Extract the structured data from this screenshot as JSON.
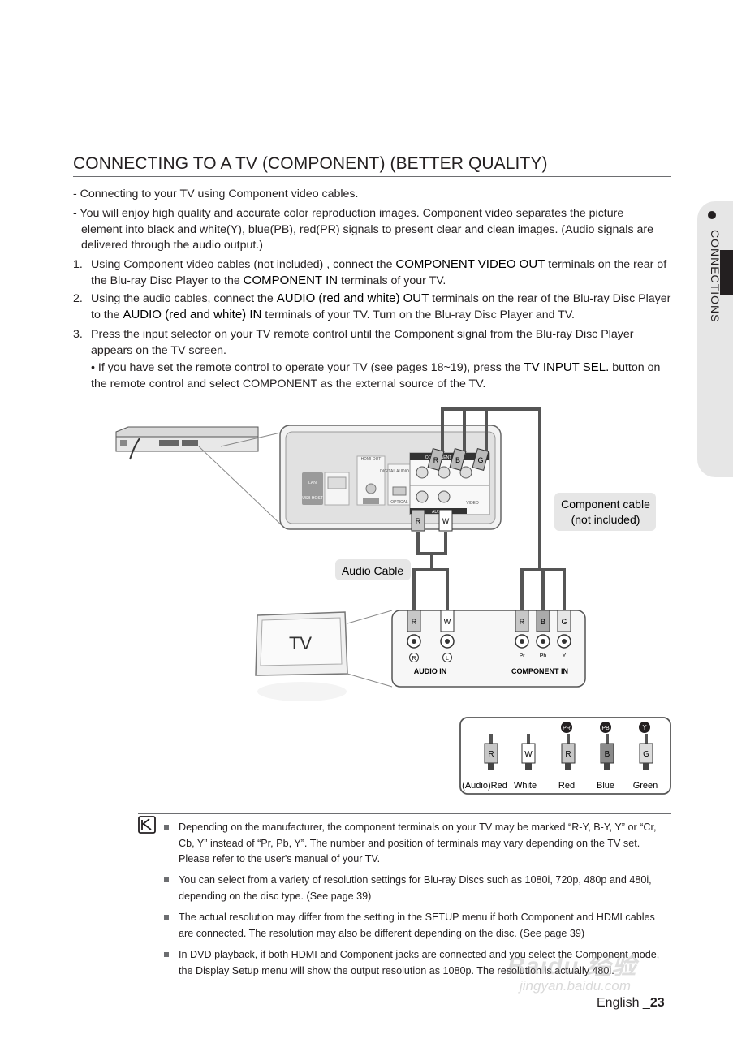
{
  "title": "CONNECTING TO A TV (COMPONENT) (BETTER QUALITY)",
  "side_tab": {
    "label": "CONNECTIONS"
  },
  "intro": [
    "- Connecting to your TV using Component video cables.",
    "- You will enjoy high quality and accurate color reproduction images. Component video separates the picture",
    "element into black and white(Y), blue(PB), red(PR) signals to present clear and clean images. (Audio signals are",
    "delivered through the audio output.)"
  ],
  "steps": [
    {
      "num": "1.",
      "pre": "Using Component video cables (not included) , connect the ",
      "bold1": "COMPONENT VIDEO OUT",
      "mid": " terminals on the rear of the Blu-ray Disc Player to the ",
      "bold2": "COMPONENT IN",
      "post": " terminals of your TV."
    },
    {
      "num": "2.",
      "pre": "Using the audio cables, connect the ",
      "bold1": "AUDIO (red and white) OUT",
      "mid": " terminals on the rear of the Blu-ray Disc Player to the ",
      "bold2": "AUDIO (red and white) IN",
      "post": " terminals of your TV. Turn on the Blu-ray Disc Player and TV."
    },
    {
      "num": "3.",
      "text": "Press the input selector on your TV remote control until the Component signal from the Blu-ray Disc Player appears on the TV screen.",
      "bullet_pre": "• If you have set the remote control to operate your TV (see pages 18~19), press the ",
      "bullet_bold": "TV INPUT SEL.",
      "bullet_post": " button on the remote control and select COMPONENT as the external source of the TV."
    }
  ],
  "diagram": {
    "component_cable_label_1": "Component cable",
    "component_cable_label_2": "(not included)",
    "audio_cable_label": "Audio Cable",
    "tv_label": "TV",
    "audio_in_label": "AUDIO IN",
    "component_in_label": "COMPONENT IN",
    "plug_r": "R",
    "plug_w": "W",
    "plug_b": "B",
    "plug_g": "G",
    "jack_r": "R",
    "jack_l": "L",
    "pr": "Pr",
    "pb": "Pb",
    "y": "Y",
    "player_labels": {
      "lan": "LAN",
      "usb": "USB HOST",
      "hdmi": "HDMI OUT",
      "digital": "DIGITAL AUDIO OUT",
      "optical": "OPTICAL",
      "component": "COMPONENT",
      "audio": "AUDIO",
      "video": "VIDEO"
    },
    "legend": {
      "top_badges": [
        "PR",
        "PB",
        "Y"
      ],
      "items": [
        {
          "plug": "R",
          "caption": "(Audio)Red"
        },
        {
          "plug": "W",
          "caption": "White"
        },
        {
          "plug": "R",
          "caption": "Red"
        },
        {
          "plug": "B",
          "caption": "Blue"
        },
        {
          "plug": "G",
          "caption": "Green"
        }
      ]
    }
  },
  "notes": [
    "Depending on the manufacturer, the component terminals on your TV may be marked “R-Y, B-Y, Y” or “Cr, Cb, Y” instead of “Pr, Pb, Y”. The number and position of terminals may vary depending on the TV set. Please refer to the user's manual of your TV.",
    "You can select from a variety of resolution settings for Blu-ray Discs such as 1080i, 720p, 480p and 480i, depending on the disc type. (See page 39)",
    "The actual resolution may differ from the setting in the SETUP menu if both Component and HDMI cables are connected. The resolution may also be different depending on the disc. (See page 39)",
    "In DVD playback, if both HDMI and Component jacks are connected and you select the Component mode, the Display Setup menu will show the output resolution as 1080p. The resolution is actually 480i."
  ],
  "footer": {
    "text": "English _",
    "page": "23"
  },
  "watermark": {
    "line1": "Baidu 经验",
    "line2": "jingyan.baidu.com"
  }
}
